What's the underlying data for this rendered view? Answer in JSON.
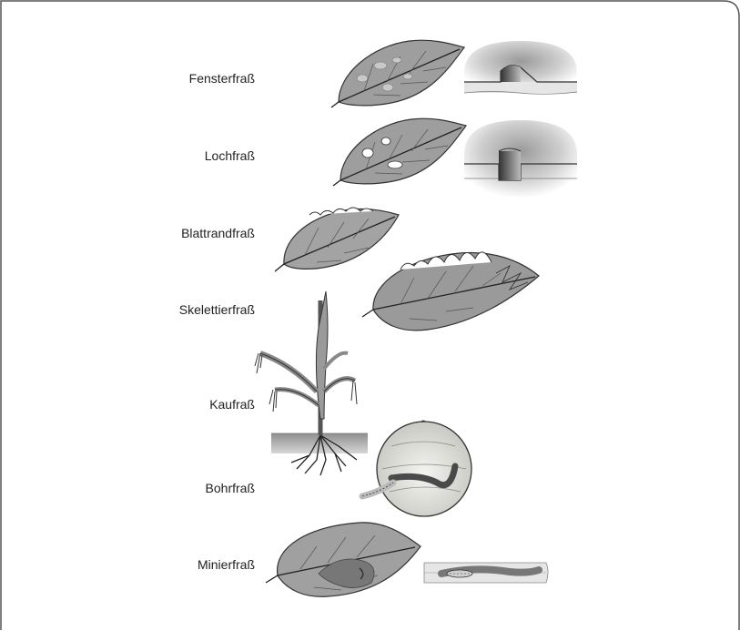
{
  "labels": {
    "fensterfrass": "Fensterfraß",
    "lochfrass": "Lochfraß",
    "blattrandfrass": "Blattrandfraß",
    "skelettierfrass": "Skelettierfraß",
    "kaufrass": "Kaufraß",
    "bohrfrass": "Bohrfraß",
    "minierfrass": "Minierfraß"
  },
  "colors": {
    "leaf": "#9a9a9a",
    "leaf_light": "#bdbdbd",
    "outline": "#333333",
    "frame": "#555555"
  }
}
